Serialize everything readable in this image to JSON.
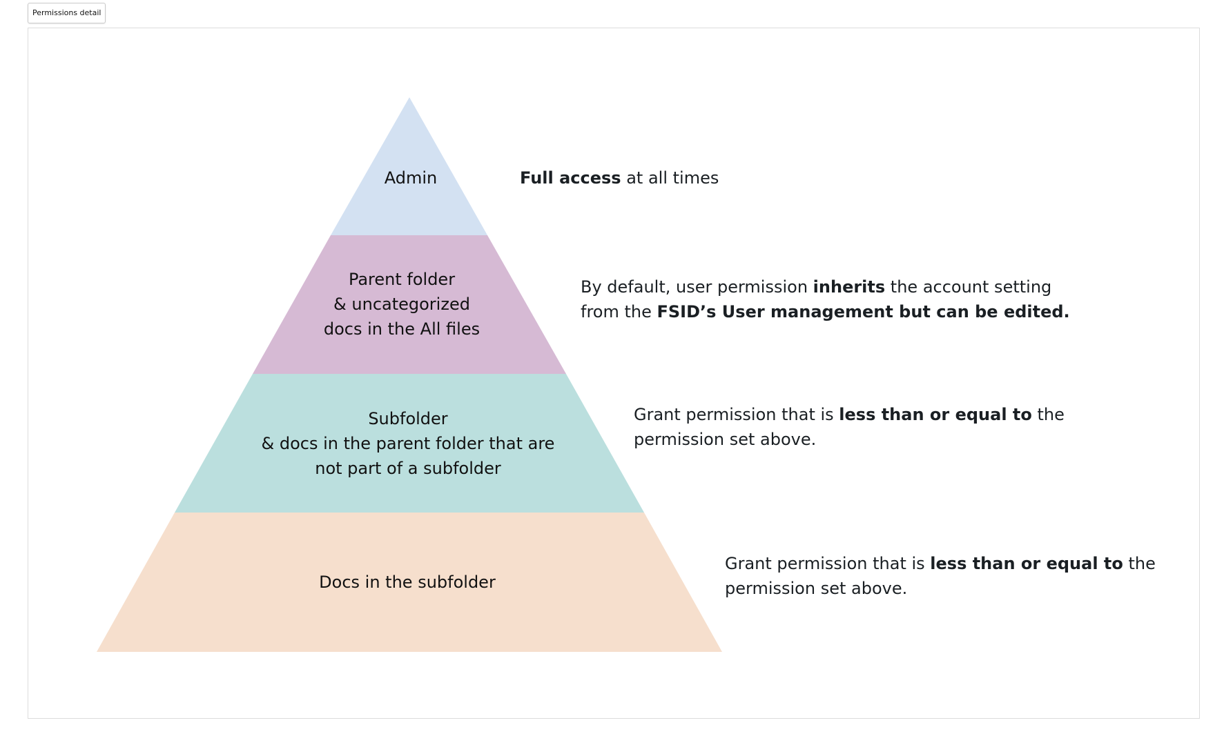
{
  "tab": {
    "label": "Permissions detail"
  },
  "colors": {
    "admin": "#d3e1f2",
    "parent": "#d6bad4",
    "subfolder": "#bbdfde",
    "docs": "#f6dfcd"
  },
  "tiers": [
    {
      "lines": [
        "Admin"
      ]
    },
    {
      "lines": [
        "Parent folder",
        "& uncategorized",
        "docs in the All files"
      ]
    },
    {
      "lines": [
        "Subfolder",
        "& docs in the parent folder that are",
        "not part of a subfolder"
      ]
    },
    {
      "lines": [
        "Docs in the subfolder"
      ]
    }
  ],
  "descriptions": {
    "admin": {
      "bold": "Full access",
      "rest": " at all times"
    },
    "parent": {
      "pre": "By default, user permission ",
      "bold1": "inherits",
      "mid": " the account setting",
      "line2_pre": "from the ",
      "bold2": "FSID’s User management but can be edited."
    },
    "subfolder": {
      "pre": "Grant permission that is ",
      "bold": "less than or equal to",
      "post": " the",
      "line2": "permission set above."
    },
    "docs": {
      "pre": "Grant permission that is ",
      "bold": "less than or equal to",
      "post": " the",
      "line2": "permission set above."
    }
  }
}
